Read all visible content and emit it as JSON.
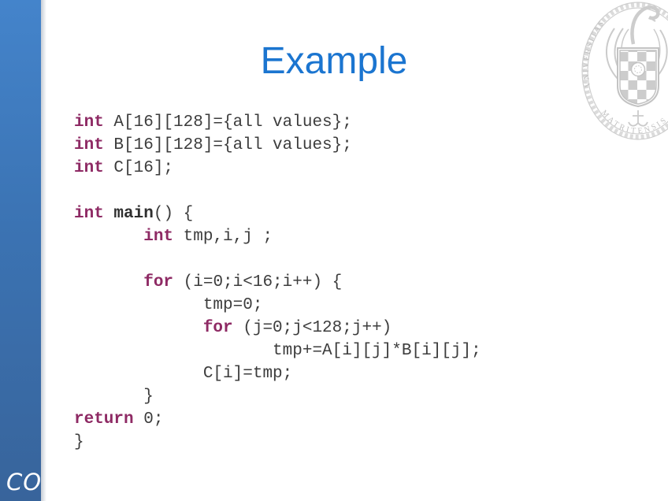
{
  "slide": {
    "title": "Example",
    "sidebar_label": "CO"
  },
  "code": {
    "language": "c",
    "lines": [
      {
        "segments": [
          {
            "style": "keyword",
            "text": "int"
          },
          {
            "style": "plain",
            "text": " A[16][128]={all values};"
          }
        ]
      },
      {
        "segments": [
          {
            "style": "keyword",
            "text": "int"
          },
          {
            "style": "plain",
            "text": " B[16][128]={all values};"
          }
        ]
      },
      {
        "segments": [
          {
            "style": "keyword",
            "text": "int"
          },
          {
            "style": "plain",
            "text": " C[16];"
          }
        ]
      },
      {
        "segments": []
      },
      {
        "segments": [
          {
            "style": "keyword",
            "text": "int"
          },
          {
            "style": "plain",
            "text": " "
          },
          {
            "style": "bold",
            "text": "main"
          },
          {
            "style": "plain",
            "text": "() {"
          }
        ]
      },
      {
        "segments": [
          {
            "style": "plain",
            "text": "       "
          },
          {
            "style": "keyword",
            "text": "int"
          },
          {
            "style": "plain",
            "text": " tmp,i,j ;"
          }
        ]
      },
      {
        "segments": []
      },
      {
        "segments": [
          {
            "style": "plain",
            "text": "       "
          },
          {
            "style": "keyword",
            "text": "for"
          },
          {
            "style": "plain",
            "text": " (i=0;i<16;i++) {"
          }
        ]
      },
      {
        "segments": [
          {
            "style": "plain",
            "text": "             tmp=0;"
          }
        ]
      },
      {
        "segments": [
          {
            "style": "plain",
            "text": "             "
          },
          {
            "style": "keyword",
            "text": "for"
          },
          {
            "style": "plain",
            "text": " (j=0;j<128;j++)"
          }
        ]
      },
      {
        "segments": [
          {
            "style": "plain",
            "text": "                    tmp+=A[i][j]*B[i][j];"
          }
        ]
      },
      {
        "segments": [
          {
            "style": "plain",
            "text": "             C[i]=tmp;"
          }
        ]
      },
      {
        "segments": [
          {
            "style": "plain",
            "text": "       }"
          }
        ]
      },
      {
        "segments": [
          {
            "style": "keyword",
            "text": "return"
          },
          {
            "style": "plain",
            "text": " 0;"
          }
        ]
      },
      {
        "segments": [
          {
            "style": "plain",
            "text": "}"
          }
        ]
      }
    ]
  },
  "logo": {
    "icon": "university-crest-icon"
  },
  "colors": {
    "title_blue": "#1b75d0",
    "keyword_magenta": "#8e2a64",
    "code_text": "#3d3d3d",
    "sidebar_gradient_top": "#4484cb",
    "sidebar_gradient_bottom": "#38649b",
    "crest_gray": "#c4c4c4"
  }
}
